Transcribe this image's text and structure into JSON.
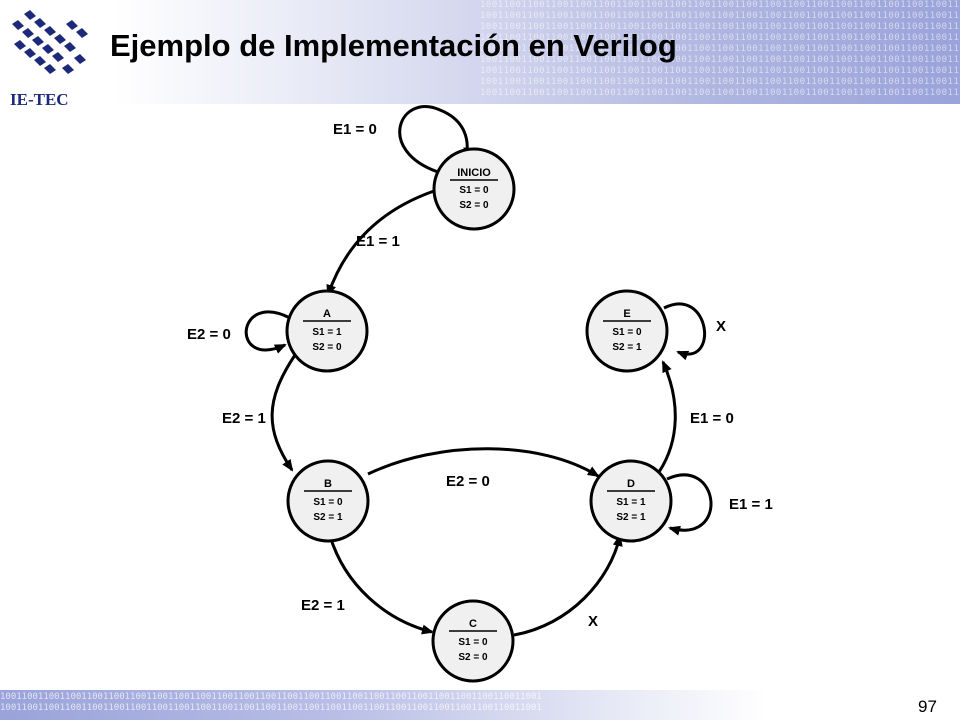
{
  "slide": {
    "title": "Ejemplo de Implementación en Verilog",
    "logo_text": "IE-TEC",
    "page_number": "97",
    "binary_pattern": "1001100110011001100110011001100110011001100110011001100110011001100110011001100110011001100110011001"
  },
  "diagram": {
    "states": {
      "inicio": {
        "name": "INICIO",
        "s1": "S1 = 0",
        "s2": "S2 = 0"
      },
      "a": {
        "name": "A",
        "s1": "S1 = 1",
        "s2": "S2 = 0"
      },
      "b": {
        "name": "B",
        "s1": "S1 = 0",
        "s2": "S2 = 1"
      },
      "c": {
        "name": "C",
        "s1": "S1 = 0",
        "s2": "S2 = 0"
      },
      "d": {
        "name": "D",
        "s1": "S1 = 1",
        "s2": "S2 = 1"
      },
      "e": {
        "name": "E",
        "s1": "S1 = 0",
        "s2": "S2 = 1"
      }
    },
    "transitions": {
      "inicio_self": "E1 = 0",
      "inicio_to_a": "E1 = 1",
      "a_self": "E2 = 0",
      "a_to_b": "E2 = 1",
      "b_to_d": "E2 = 0",
      "b_to_c": "E2 = 1",
      "c_to_d": "X",
      "d_self": "E1 = 1",
      "d_to_e": "E1 = 0",
      "e_self": "X"
    }
  }
}
